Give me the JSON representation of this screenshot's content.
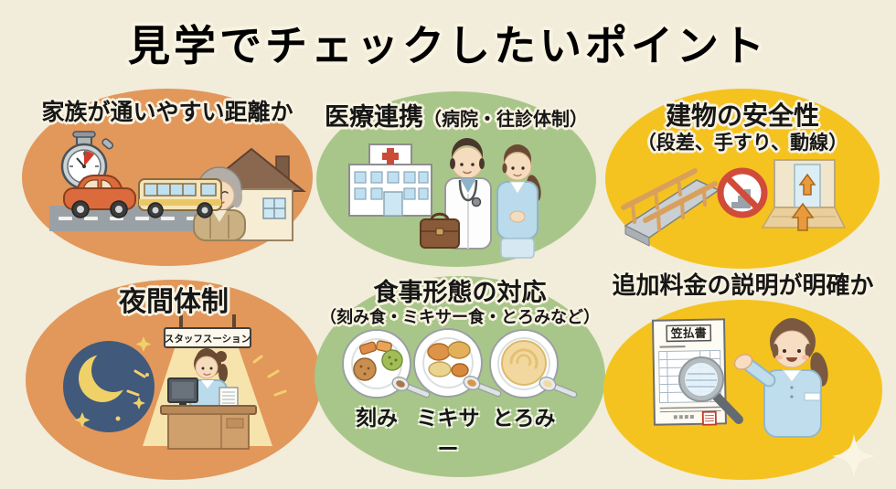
{
  "title": "見学でチェックしたいポイント",
  "colors": {
    "background": "#f2ecda",
    "oval_orange": "#e2975b",
    "oval_green": "#a8c689",
    "oval_yellow": "#f5c320",
    "heading_text": "#161616",
    "heading_outline": "#f8f2e1"
  },
  "cards": {
    "family": {
      "heading": "家族が通いやすい距離か",
      "icons": [
        "stopwatch",
        "car",
        "bus",
        "road",
        "house",
        "elderly-woman"
      ]
    },
    "medical": {
      "heading": "医療連携",
      "subheading": "（病院・往診体制）",
      "icons": [
        "hospital",
        "doctor",
        "doctor-bag",
        "nurse"
      ]
    },
    "safety": {
      "heading": "建物の安全性",
      "subheading": "（段差、手すり、動線）",
      "icons": [
        "ramp-with-handrail",
        "no-stairs-sign",
        "corridor-arrows"
      ]
    },
    "night": {
      "heading": "夜間体制",
      "sign_label": "スタッフスーション",
      "icons": [
        "night-sky-moon",
        "staff-station-sign",
        "light-beam",
        "staff-at-desk",
        "monitor",
        "desk"
      ]
    },
    "meals": {
      "heading": "食事形態の対応",
      "subheading": "（刻み食・ミキサー食・とろみなど）",
      "plate_labels": [
        "刻み",
        "ミキサー",
        "とろみ"
      ],
      "icons": [
        "chopped-meal-plate",
        "blended-meal-plate",
        "pureed-meal-plate",
        "spoon"
      ]
    },
    "fees": {
      "heading": "追加料金の説明が明確か",
      "document_title": "笠払書",
      "icons": [
        "invoice-document",
        "magnifying-glass",
        "red-stamp",
        "staff-woman"
      ]
    }
  },
  "decorations": {
    "sparkle": "four-point-sparkle"
  }
}
